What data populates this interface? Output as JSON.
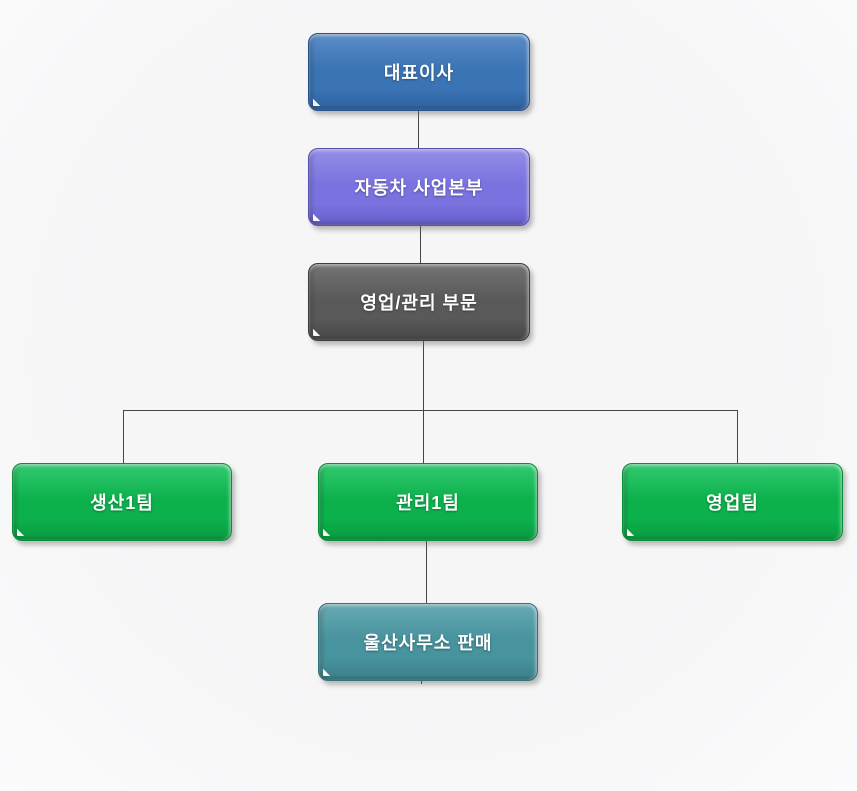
{
  "page": {
    "background_color": "#f7f7f8",
    "connector_color": "#454545"
  },
  "org_chart": {
    "type": "org-tree",
    "nodes": [
      {
        "id": "ceo",
        "label": "대표이사",
        "level": 1,
        "colors": {
          "light": "#5b8cc7",
          "main": "#3b74b4",
          "dark": "#2d5f9d",
          "border": "#27538c"
        }
      },
      {
        "id": "business-division",
        "label": "자동차 사업본부",
        "level": 2,
        "colors": {
          "light": "#938de8",
          "main": "#7a73df",
          "dark": "#655cc9",
          "border": "#5750b5"
        }
      },
      {
        "id": "sales-admin-division",
        "label": "영업/관리 부문",
        "level": 3,
        "colors": {
          "light": "#747474",
          "main": "#595959",
          "dark": "#464646",
          "border": "#3d3d3d"
        }
      },
      {
        "id": "production-team-1",
        "label": "생산1팀",
        "level": 4,
        "colors": {
          "light": "#33ca70",
          "main": "#0cb14c",
          "dark": "#089a40",
          "border": "#079038"
        }
      },
      {
        "id": "admin-team-1",
        "label": "관리1팀",
        "level": 4,
        "colors": {
          "light": "#33ca70",
          "main": "#0cb14c",
          "dark": "#089a40",
          "border": "#079038"
        }
      },
      {
        "id": "sales-team",
        "label": "영업팀",
        "level": 4,
        "colors": {
          "light": "#33ca70",
          "main": "#0cb14c",
          "dark": "#089a40",
          "border": "#079038"
        }
      },
      {
        "id": "ulsan-office-sales",
        "label": "울산사무소 판매",
        "level": 5,
        "colors": {
          "light": "#68aab3",
          "main": "#47939e",
          "dark": "#3b7d87",
          "border": "#35727c"
        }
      }
    ],
    "edges": [
      {
        "from": "ceo",
        "to": "business-division"
      },
      {
        "from": "business-division",
        "to": "sales-admin-division"
      },
      {
        "from": "sales-admin-division",
        "to": "production-team-1"
      },
      {
        "from": "sales-admin-division",
        "to": "admin-team-1"
      },
      {
        "from": "sales-admin-division",
        "to": "sales-team"
      },
      {
        "from": "admin-team-1",
        "to": "ulsan-office-sales"
      }
    ]
  }
}
